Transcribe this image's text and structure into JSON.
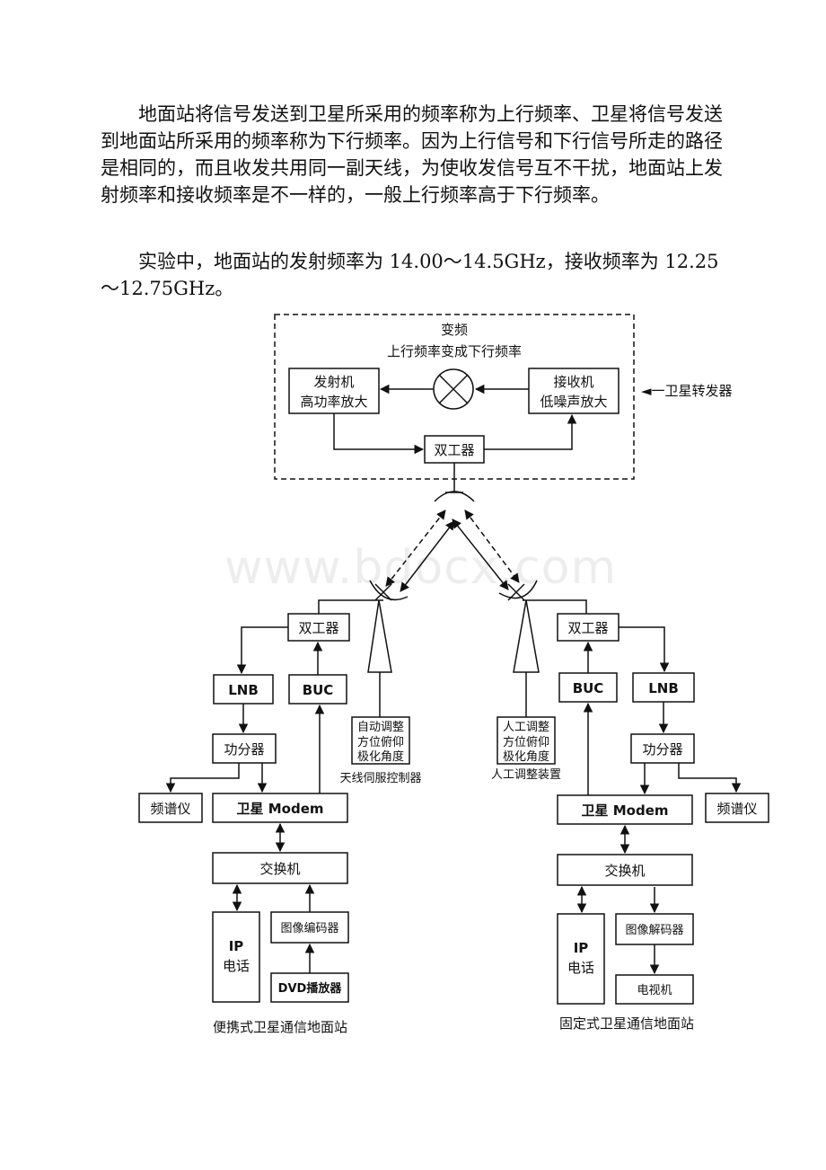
{
  "paragraph1": "地面站将信号发送到卫星所采用的频率称为上行频率、卫星将信号发送到地面站所采用的频率称为下行频率。因为上行信号和下行信号所走的路径是相同的，而且收发共用同一副天线，为使收发信号互不干扰，地面站上发射频率和接收频率是不一样的，一般上行频率高于下行频率。",
  "paragraph2": "实验中，地面站的发射频率为 14.00～14.5GHz，接收频率为 12.25～12.75GHz。",
  "watermark": "www.bdocx.com",
  "diagram": {
    "transponder": {
      "title_line1": "变频",
      "title_line2": "上行频率变成下行频率",
      "transmitter_line1": "发射机",
      "transmitter_line2": "高功率放大",
      "receiver_line1": "接收机",
      "receiver_line2": "低噪声放大",
      "duplexer": "双工器",
      "label": "◄一卫星转发器"
    },
    "left_station": {
      "duplexer": "双工器",
      "lnb": "LNB",
      "buc": "BUC",
      "splitter": "功分器",
      "spectrum": "频谱仪",
      "modem": "卫星  Modem",
      "switch": "交换机",
      "ip_line1": "IP",
      "ip_line2": "电话",
      "encoder": "图像编码器",
      "dvd": "DVD播放器",
      "control_line1": "自动调整",
      "control_line2": "方位俯仰",
      "control_line3": "极化角度",
      "control_caption": "天线伺服控制器",
      "caption": "便携式卫星通信地面站"
    },
    "right_station": {
      "duplexer": "双工器",
      "lnb": "LNB",
      "buc": "BUC",
      "splitter": "功分器",
      "spectrum": "频谱仪",
      "modem": "卫星  Modem",
      "switch": "交换机",
      "ip_line1": "IP",
      "ip_line2": "电话",
      "decoder": "图像解码器",
      "tv": "电视机",
      "control_line1": "人工调整",
      "control_line2": "方位俯仰",
      "control_line3": "极化角度",
      "control_caption": "人工调整装置",
      "caption": "固定式卫星通信地面站"
    }
  }
}
